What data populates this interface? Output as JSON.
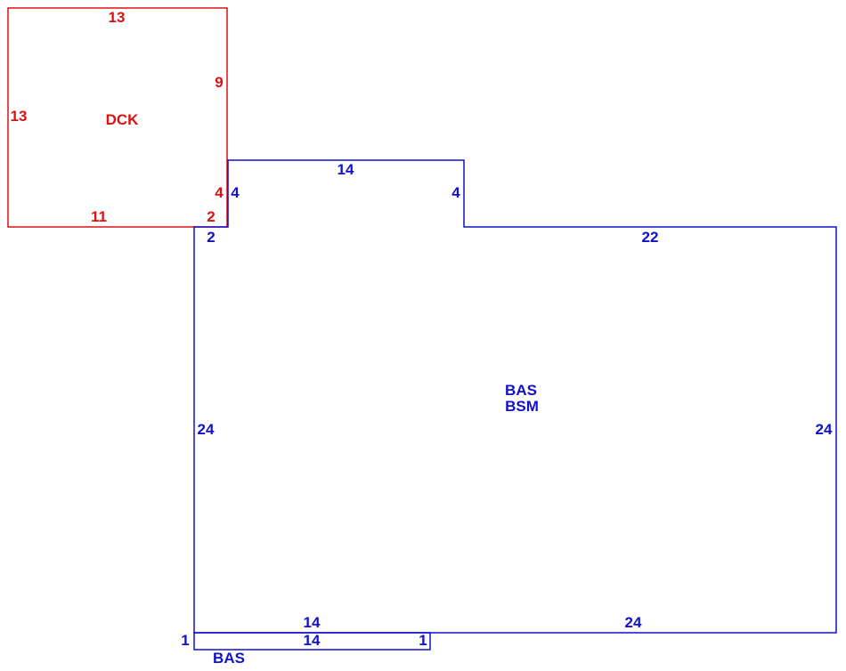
{
  "colors": {
    "deck": "#dd1111",
    "base": "#1111cc"
  },
  "deck": {
    "label": "DCK",
    "dims": {
      "top": "13",
      "left": "13",
      "right_upper": "9",
      "right_lower": "4",
      "bottom": "11",
      "bottom_right": "2"
    }
  },
  "main": {
    "labels": [
      "BAS",
      "BSM"
    ],
    "dims": {
      "top_step": "14",
      "step_left": "4",
      "step_right": "4",
      "top_right": "22",
      "left_short": "2",
      "left": "24",
      "right": "24",
      "bottom_left": "14",
      "bottom_right": "24"
    }
  },
  "small": {
    "label": "BAS",
    "dims": {
      "left": "1",
      "top": "14",
      "right": "1"
    }
  }
}
